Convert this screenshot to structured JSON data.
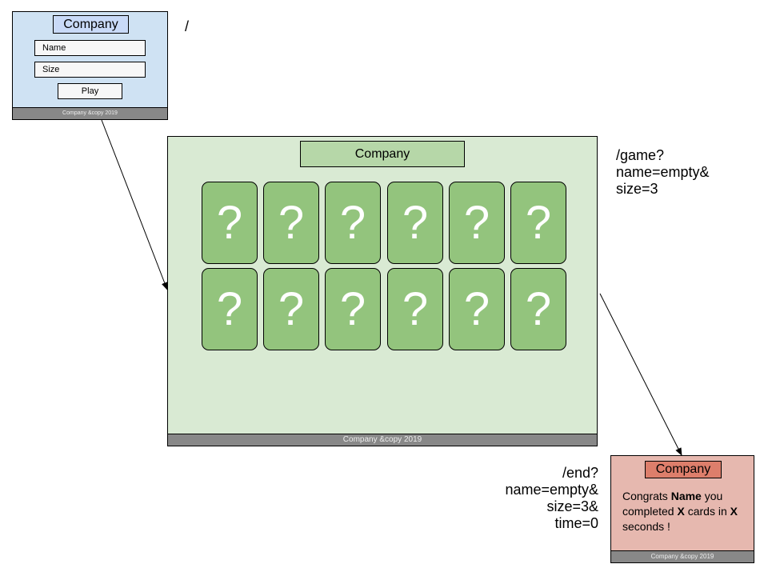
{
  "routes": {
    "home": "/",
    "game": "/game?\nname=empty&\nsize=3",
    "end": "/end?\nname=empty&\nsize=3&\ntime=0"
  },
  "home_screen": {
    "title": "Company",
    "name_field": "Name",
    "size_field": "Size",
    "play_button": "Play",
    "footer": "Company &copy 2019"
  },
  "game_screen": {
    "title": "Company",
    "cards": [
      "?",
      "?",
      "?",
      "?",
      "?",
      "?",
      "?",
      "?",
      "?",
      "?",
      "?",
      "?"
    ],
    "footer": "Company &copy 2019"
  },
  "end_screen": {
    "title": "Company",
    "msg_1": "Congrats ",
    "msg_name": "Name",
    "msg_2": " you completed ",
    "msg_x1": "X",
    "msg_3": " cards in ",
    "msg_x2": "X",
    "msg_4": " seconds !",
    "footer": "Company &copy 2019"
  },
  "colors": {
    "home_bg": "#cfe2f3",
    "game_bg": "#d9ead3",
    "card": "#93c47d",
    "end_bg": "#e6b8af",
    "end_title": "#dd7e6b",
    "footer": "#888888"
  }
}
